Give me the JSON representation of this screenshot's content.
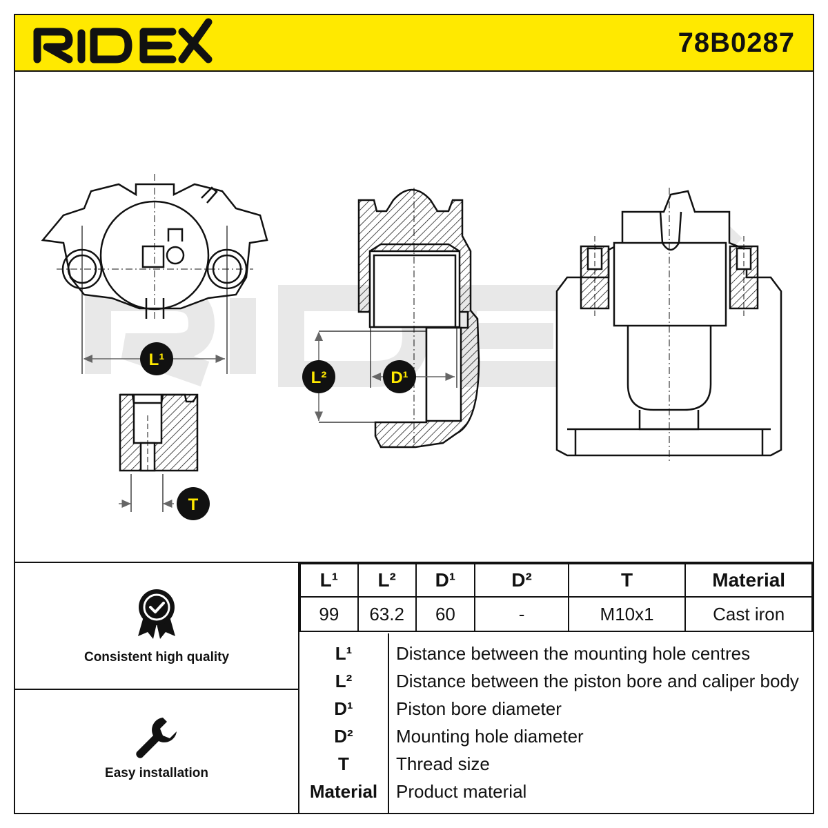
{
  "header": {
    "brand": "RIDEX",
    "part_number": "78B0287",
    "colors": {
      "accent": "#ffe900",
      "line": "#111111",
      "watermark": "#e6e6e6"
    }
  },
  "diagram": {
    "watermark": "RIDEX",
    "labels": {
      "l1": "L¹",
      "l2": "L²",
      "d1": "D¹",
      "t": "T"
    }
  },
  "features": [
    {
      "label": "Consistent high quality",
      "icon": "quality-badge-icon"
    },
    {
      "label": "Easy installation",
      "icon": "wrench-icon"
    }
  ],
  "spec_table": {
    "headers": [
      "L¹",
      "L²",
      "D¹",
      "D²",
      "T",
      "Material"
    ],
    "values": [
      "99",
      "63.2",
      "60",
      "-",
      "M10x1",
      "Cast iron"
    ]
  },
  "legend": [
    {
      "key": "L¹",
      "desc": "Distance between the mounting hole centres"
    },
    {
      "key": "L²",
      "desc": "Distance between the piston bore and caliper body"
    },
    {
      "key": "D¹",
      "desc": "Piston bore diameter"
    },
    {
      "key": "D²",
      "desc": "Mounting hole diameter"
    },
    {
      "key": "T",
      "desc": "Thread size"
    },
    {
      "key": "Material",
      "desc": "Product material"
    }
  ]
}
